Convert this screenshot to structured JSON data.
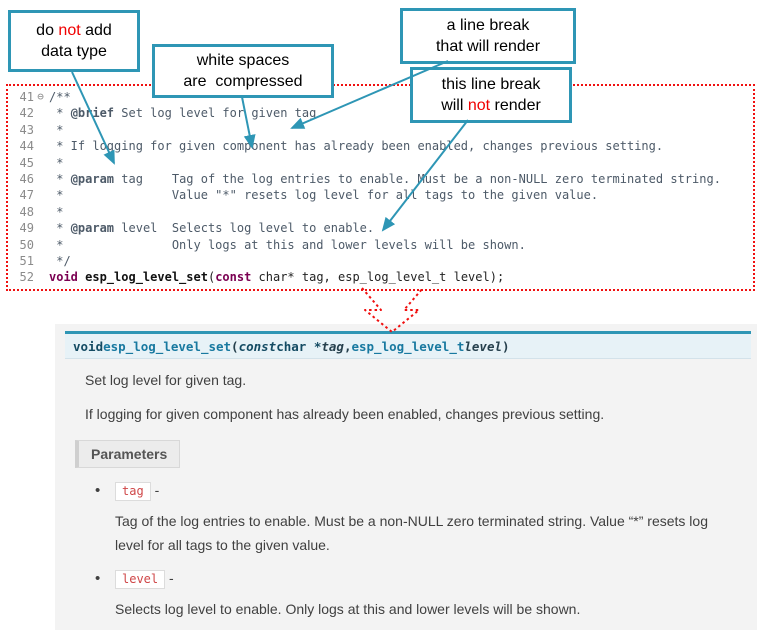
{
  "colors": {
    "accent_teal": "#2e96b5",
    "alert_red": "#f01010",
    "code_keyword_purple": "#7b0052",
    "docs_name_blue": "#1879a0",
    "chip_red": "#cf4647"
  },
  "callouts": {
    "c1": {
      "l1a": "do ",
      "l1b": "not",
      "l1c": " add",
      "l2": "data type"
    },
    "c2": {
      "l1": "white spaces",
      "l2": "are  compressed"
    },
    "c3": {
      "l1": "a line break",
      "l2": "that will render"
    },
    "c4": {
      "l1": "this line break",
      "l2a": "will ",
      "l2b": "not",
      "l2c": " render"
    }
  },
  "editor": {
    "lines": [
      {
        "num": "41",
        "fold": "⊖",
        "a": "/**"
      },
      {
        "num": "42",
        "a": " * ",
        "b": "@brief",
        "c": " Set log level for given tag"
      },
      {
        "num": "43",
        "a": " *"
      },
      {
        "num": "44",
        "a": " * If logging for given component has already been enabled, changes previous setting."
      },
      {
        "num": "45",
        "a": " *"
      },
      {
        "num": "46",
        "a": " * ",
        "b": "@param",
        "c": " tag    Tag of the log entries to enable. Must be a non-NULL zero terminated string."
      },
      {
        "num": "47",
        "a": " *               Value \"*\" resets log level for all tags to the given value."
      },
      {
        "num": "48",
        "a": " *"
      },
      {
        "num": "49",
        "a": " * ",
        "b": "@param",
        "c": " level  Selects log level to enable."
      },
      {
        "num": "50",
        "a": " *               Only logs at this and lower levels will be shown."
      },
      {
        "num": "51",
        "a": " */"
      },
      {
        "num": "52",
        "k1": "void ",
        "fn": "esp_log_level_set",
        "p1": "(",
        "k2": "const",
        "p2": " char* tag, esp_log_level_t level);"
      }
    ]
  },
  "docs": {
    "signature": {
      "s1": "void ",
      "s2": "esp_log_level_set",
      "s3": "(",
      "s4": "const",
      "s5": " char *",
      "s6": "tag",
      "s7": ", ",
      "s8": "esp_log_level_t",
      "s9": " ",
      "s10": "level",
      "s11": ")"
    },
    "para1": "Set log level for given tag.",
    "para2": "If logging for given component has already been enabled, changes previous setting.",
    "parameters_label": "Parameters",
    "bullet": "•",
    "param1_name": "tag",
    "param1_dash": " -",
    "param1_desc": "Tag of the log entries to enable. Must be a non-NULL zero terminated string. Value “*” resets log level for all tags to the given value.",
    "param2_name": "level",
    "param2_dash": " -",
    "param2_desc": "Selects log level to enable. Only logs at this and lower levels will be shown."
  }
}
